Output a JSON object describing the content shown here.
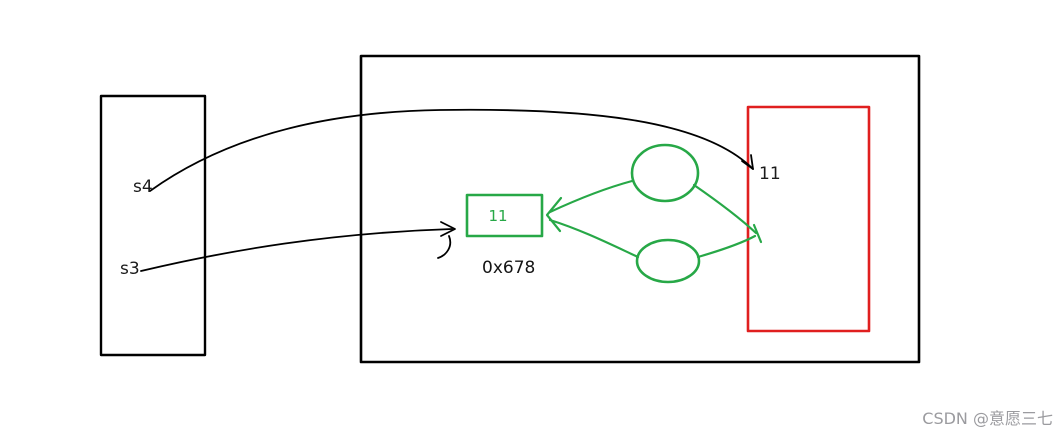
{
  "page": {
    "watermark": "CSDN @意愿三七"
  },
  "diagram": {
    "left_box": {
      "label_top": "s4",
      "label_bottom": "s3"
    },
    "value_box": {
      "value": "11",
      "address": "0x678"
    },
    "red_box": {
      "value": "11"
    },
    "colors": {
      "black": "#000000",
      "green": "#27a847",
      "red": "#e01f1f",
      "watermark_gray": "#9b9b9f"
    }
  }
}
